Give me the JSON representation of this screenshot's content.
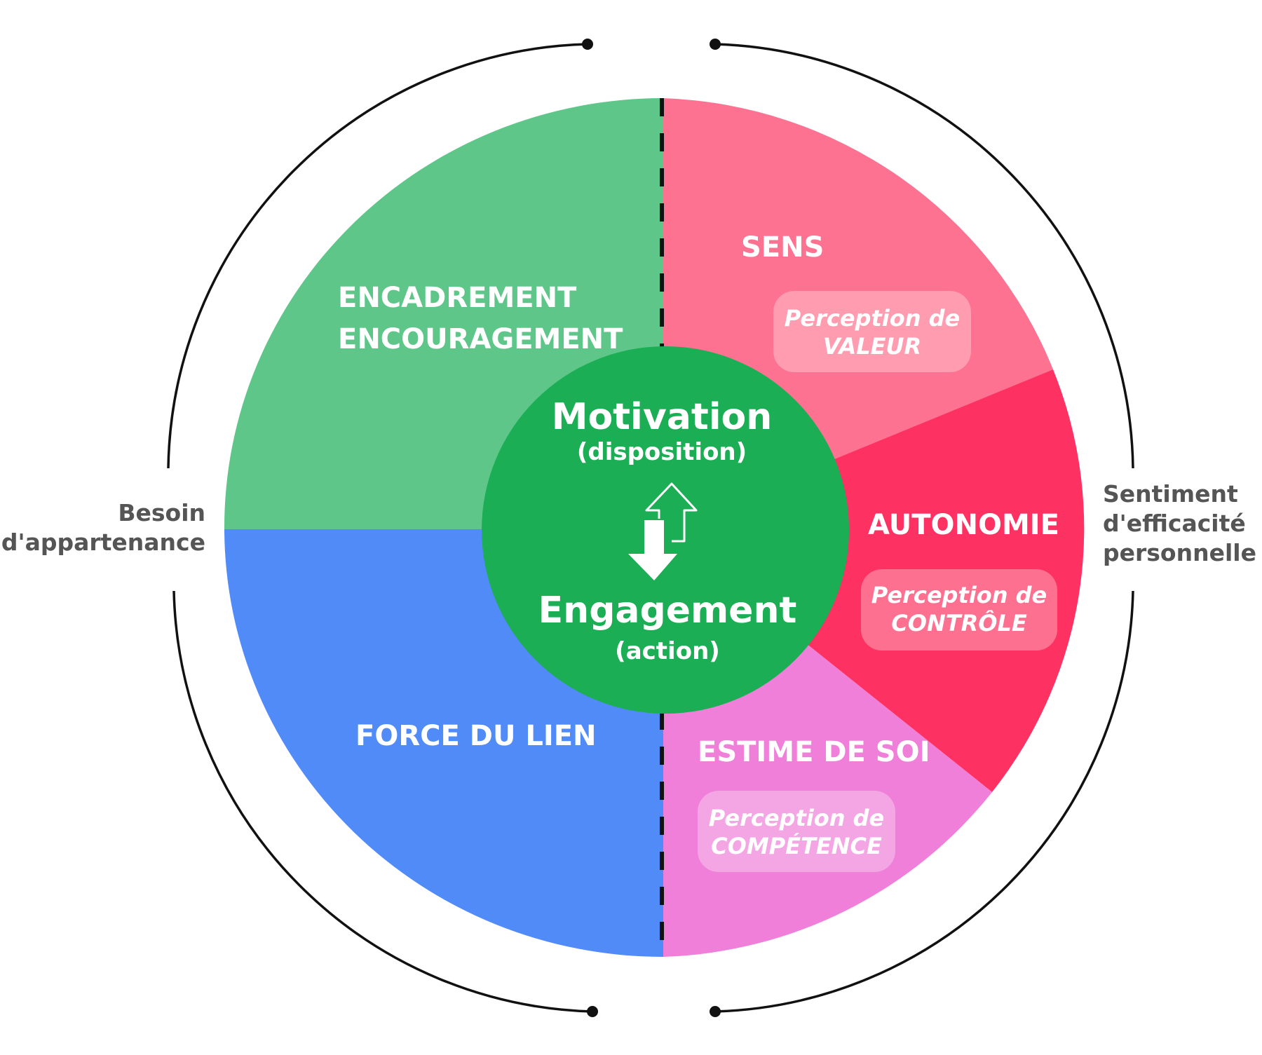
{
  "colors": {
    "green_segment": "#5FC68A",
    "blue_segment": "#508BF8",
    "pink_segment": "#FD7291",
    "red_segment": "#FD3262",
    "magenta_segment": "#F07FD9",
    "center_circle": "#1BAE55",
    "arc_line": "#111111",
    "side_text": "#555555"
  },
  "segments": {
    "encadrement": {
      "line1": "ENCADREMENT",
      "line2": "ENCOURAGEMENT"
    },
    "force": {
      "label": "FORCE DU LIEN"
    },
    "sens": {
      "label": "SENS",
      "pill_line1": "Perception de",
      "pill_line2": "VALEUR"
    },
    "autonomie": {
      "label": "AUTONOMIE",
      "pill_line1": "Perception de",
      "pill_line2": "CONTRÔLE"
    },
    "estime": {
      "label": "ESTIME DE SOI",
      "pill_line1": "Perception de",
      "pill_line2": "COMPÉTENCE"
    }
  },
  "center": {
    "title_top": "Motivation",
    "sub_top": "(disposition)",
    "title_bottom": "Engagement",
    "sub_bottom": "(action)",
    "icon": "up-down-arrows-icon"
  },
  "side_labels": {
    "left": {
      "line1": "Besoin",
      "line2": "d'appartenance"
    },
    "right": {
      "line1": "Sentiment",
      "line2": "d'efficacité",
      "line3": "personnelle"
    }
  }
}
